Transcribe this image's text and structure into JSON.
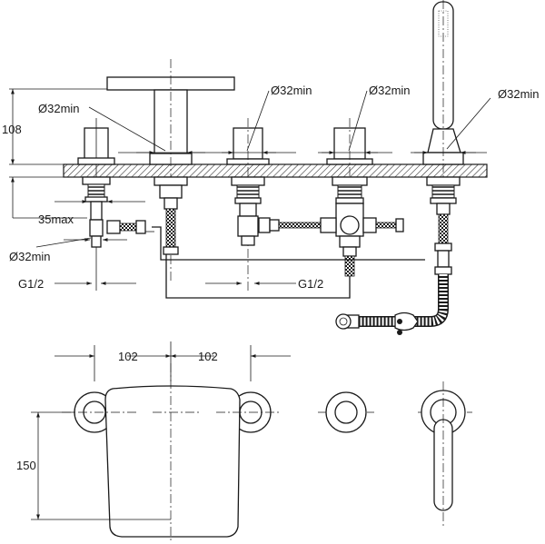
{
  "labels": {
    "height_108": "108",
    "dia_left_upper": "Ø32min",
    "dia_center_a": "Ø32min",
    "dia_center_b": "Ø32min",
    "dia_right": "Ø32min",
    "max_35": "35max",
    "dia_left_lower": "Ø32min",
    "thread_left": "G1/2",
    "thread_center": "G1/2",
    "spacing_left": "102",
    "spacing_right": "102",
    "depth_150": "150"
  }
}
